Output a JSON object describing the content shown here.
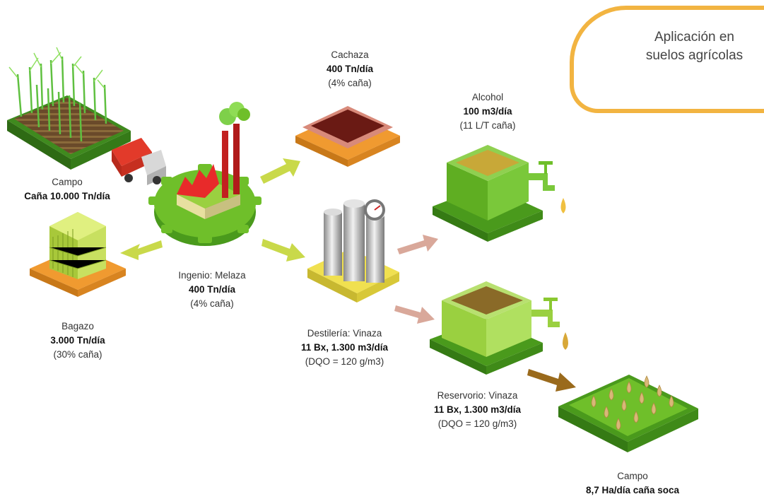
{
  "callout": {
    "line1": "Aplicación en",
    "line2": "suelos agrícolas"
  },
  "nodes": {
    "campo": {
      "name": "Campo",
      "value": "Caña 10.000 Tn/día"
    },
    "cachaza": {
      "name": "Cachaza",
      "value": "400 Tn/día",
      "note": "(4% caña)"
    },
    "alcohol": {
      "name": "Alcohol",
      "value": "100 m3/día",
      "note": "(11 L/T caña)"
    },
    "ingenio": {
      "name": "Ingenio: Melaza",
      "value": "400 Tn/día",
      "note": "(4% caña)"
    },
    "bagazo": {
      "name": "Bagazo",
      "value": "3.000 Tn/día",
      "note": "(30% caña)"
    },
    "destileria": {
      "name": "Destilería: Vinaza",
      "value": "11 Bx, 1.300 m3/día",
      "note": "(DQO = 120 g/m3)"
    },
    "reservorio": {
      "name": "Reservorio: Vinaza",
      "value": "11 Bx, 1.300 m3/día",
      "note": "(DQO = 120 g/m3)"
    },
    "campo2": {
      "name": "Campo",
      "value": "8,7 Ha/día caña soca"
    }
  },
  "colors": {
    "green": "#6fbf2a",
    "dark_green": "#4a9a1c",
    "arrow_green": "#c9d94a",
    "arrow_pink": "#d9a89a",
    "arrow_brown": "#9a6a1c",
    "orange": "#f0a030",
    "callout_border": "#f2b441"
  }
}
